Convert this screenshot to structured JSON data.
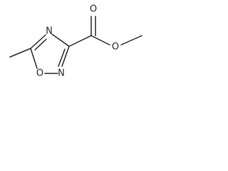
{
  "molecule": {
    "atoms": {
      "ring_n_top": "N",
      "ring_n_bottom": "N",
      "ring_o": "O",
      "carbonyl_o": "O",
      "ester_o": "O"
    }
  },
  "colors": {
    "bond": "#2b2b2b",
    "background": "#ffffff"
  }
}
